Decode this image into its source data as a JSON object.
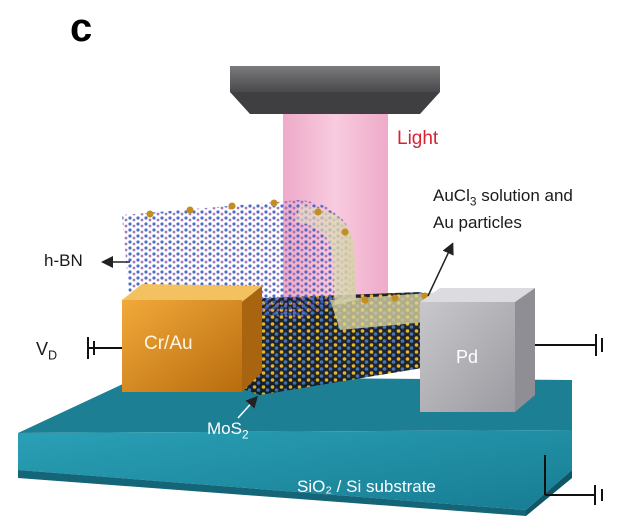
{
  "panel_label": "c",
  "labels": {
    "light": "Light",
    "aucl3_line1_pre": "AuCl",
    "aucl3_line1_sub": "3",
    "aucl3_line1_post": " solution and",
    "aucl3_line2": "Au particles",
    "hbn": "h-BN",
    "vd_main": "V",
    "vd_sub": "D",
    "cr_au": "Cr/Au",
    "pd": "Pd",
    "mos2_main": "MoS",
    "mos2_sub": "2",
    "substrate": "SiO₂ / Si substrate"
  },
  "colors": {
    "light_label": "#d82234",
    "light_beam": "#f2a9c9",
    "lens": "#5d5d60",
    "substrate": "#1f8aa0",
    "cr_au_electrode": "#d88a1a",
    "pd_electrode": "#b9b9bd"
  }
}
